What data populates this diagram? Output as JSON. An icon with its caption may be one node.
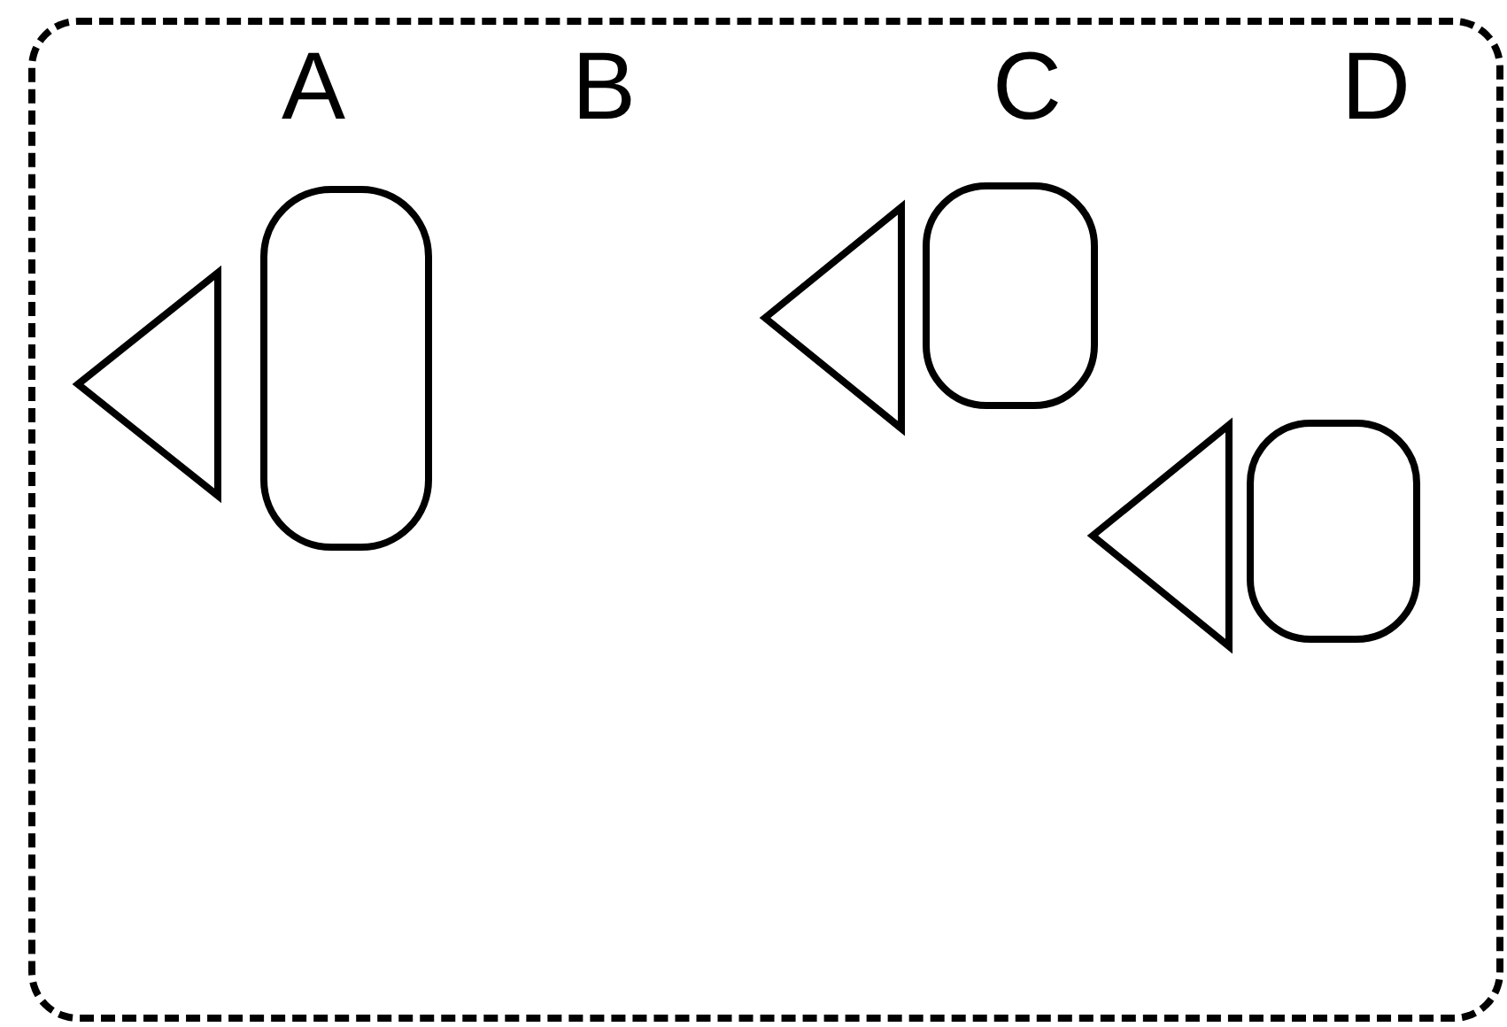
{
  "diagram": {
    "nodes": [
      {
        "text": [],
        "shape": "box"
      },
      {
        "text": [],
        "shape": "triangle",
        "in": 0
      },
      {
        "text": [],
        "shape": "box",
        "in": 0
      },
      {
        "text": [],
        "shape": "triangle",
        "in": 0
      },
      {
        "text": [],
        "shape": "box",
        "in": 0
      },
      {
        "text": [],
        "shape": "triangle",
        "in": 0
      },
      {
        "text": [],
        "shape": "box",
        "in": 0
      }
    ],
    "labels": [
      "A",
      "B",
      "C",
      "D"
    ]
  }
}
